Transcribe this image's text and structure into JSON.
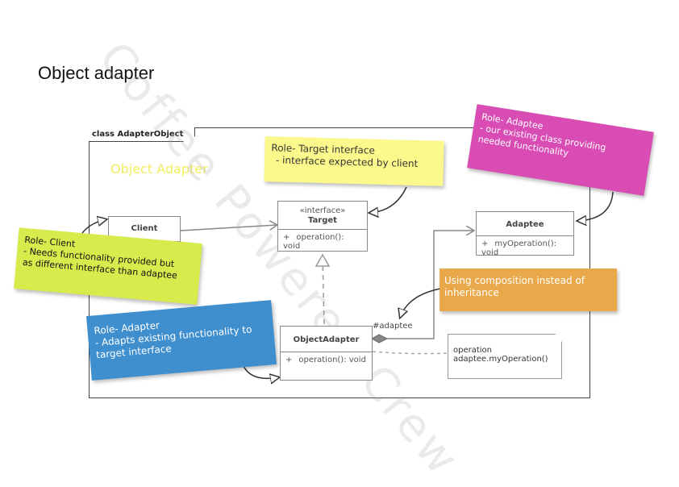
{
  "page": {
    "title": "Object adapter",
    "watermark": "Coffee Powered Crew"
  },
  "frame": {
    "label": "class AdapterObject",
    "diagram_name": "Object Adapter"
  },
  "classes": {
    "client": {
      "name": "Client"
    },
    "target": {
      "stereotype": "«interface»",
      "name": "Target",
      "op_visibility": "+",
      "operation": "operation(): void"
    },
    "adaptee": {
      "name": "Adaptee",
      "op_visibility": "+",
      "operation": "myOperation(): void"
    },
    "object_adapter": {
      "name": "ObjectAdapter",
      "op_visibility": "+",
      "operation": "operation(): void"
    }
  },
  "association": {
    "role": "#adaptee"
  },
  "code_note": {
    "line1": "operation",
    "line2": "adaptee.myOperation()"
  },
  "stickies": {
    "target": {
      "line1": "Role- Target interface",
      "line2": "- interface expected by client",
      "color": "#fcf98c"
    },
    "adaptee": {
      "line1": "Role- Adaptee",
      "line2": "- our existing class providing",
      "line3": "needed functionality",
      "color": "#d84cb4"
    },
    "client": {
      "line1": "Role- Client",
      "line2": "- Needs functionality provided but",
      "line3": "as different interface than adaptee",
      "color": "#d8eb4c"
    },
    "adapter": {
      "line1": "Role- Adapter",
      "line2": "- Adapts existing functionality to",
      "line3": "target interface",
      "color": "#3f8fcf"
    },
    "composition": {
      "line1": "Using composition instead of",
      "line2": "inheritance",
      "color": "#e9a94a"
    }
  }
}
